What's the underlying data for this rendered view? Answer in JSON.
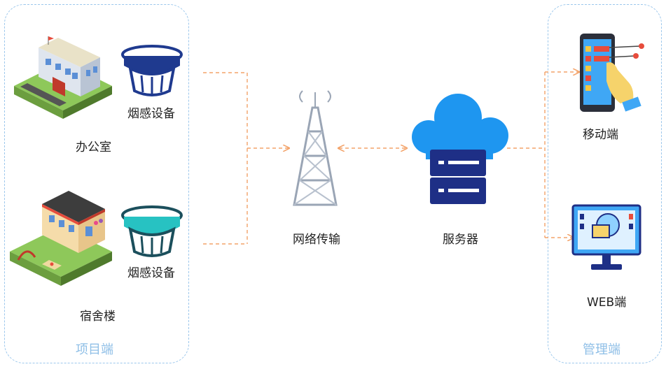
{
  "project_group": {
    "title": "项目端"
  },
  "management_group": {
    "title": "管理端"
  },
  "nodes": {
    "office": {
      "label": "办公室"
    },
    "dormitory": {
      "label": "宿舍楼"
    },
    "smoke_sensor_office": {
      "label": "烟感设备"
    },
    "smoke_sensor_dorm": {
      "label": "烟感设备"
    },
    "network": {
      "label": "网络传输"
    },
    "server": {
      "label": "服务器"
    },
    "mobile": {
      "label": "移动端"
    },
    "web": {
      "label": "WEB端"
    }
  },
  "colors": {
    "connector": "#f3a36a",
    "frame": "#9cc7ec",
    "group_label": "#8fbfe7"
  }
}
